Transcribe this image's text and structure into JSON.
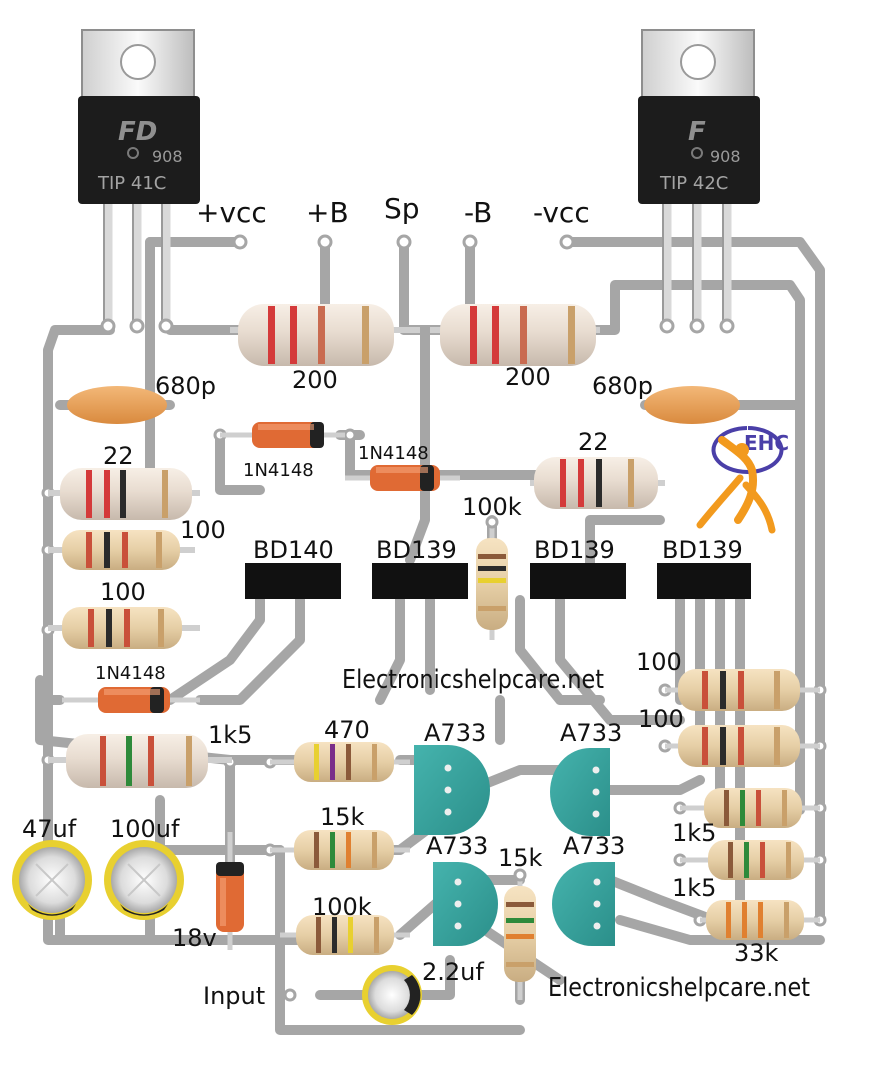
{
  "transistors": {
    "tip41c": {
      "logo": "FD",
      "date_code": "908",
      "part": "TIP 41C"
    },
    "tip42c": {
      "logo": "F",
      "date_code": "908",
      "part": "TIP 42C"
    },
    "bd140": "BD140",
    "bd139_a": "BD139",
    "bd139_b": "BD139",
    "bd139_c": "BD139",
    "a733_1": "A733",
    "a733_2": "A733",
    "a733_3": "A733",
    "a733_4": "A733"
  },
  "terminals": {
    "pos_vcc": "+vcc",
    "pos_b": "+B",
    "sp": "Sp",
    "neg_b": "-B",
    "neg_vcc": "-vcc",
    "input": "Input"
  },
  "resistors": {
    "r200_left": "200",
    "r200_right": "200",
    "r22_left": "22",
    "r22_right": "22",
    "r100_a": "100",
    "r100_b": "100",
    "r100k_top": "100k",
    "r100_right_a": "100",
    "r100_right_b": "100",
    "r1k5_left": "1k5",
    "r470": "470",
    "r15k_left": "15k",
    "r100k_bottom": "100k",
    "r15k_mid": "15k",
    "r1k5_right_a": "1k5",
    "r1k5_right_b": "1k5",
    "r33k": "33k"
  },
  "capacitors": {
    "c680p_left": "680p",
    "c680p_right": "680p",
    "c47uf": "47uf",
    "c100uf": "100uf",
    "c2_2uf": "2.2uf"
  },
  "diodes": {
    "d1n4148_a": "1N4148",
    "d1n4148_b": "1N4148",
    "d1n4148_c": "1N4148",
    "zener": "18v"
  },
  "watermarks": {
    "mid": "Electronicshelpcare.net",
    "bottom": "Electronicshelpcare.net",
    "logo": "EHC"
  }
}
